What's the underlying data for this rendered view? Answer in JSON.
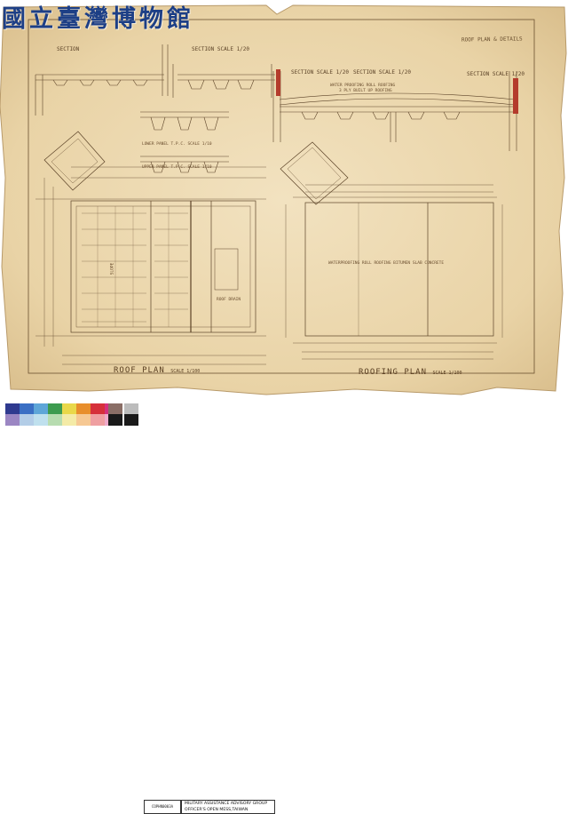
{
  "museum_name": "國立臺灣博物館",
  "sheet_title": "ROOF PLAN & DETAILS",
  "sections": [
    {
      "key": "s1",
      "text": "SECTION"
    },
    {
      "key": "s2",
      "text": "SECTION  SCALE 1/20"
    },
    {
      "key": "s3",
      "text": "SECTION  SCALE 1/20"
    },
    {
      "key": "s4",
      "text": "SECTION  SCALE 1/20"
    },
    {
      "key": "s5",
      "text": "SECTION  SCALE 1/20"
    }
  ],
  "notes": {
    "roof_slab": "WATER PROOFING ROLL ROOFING",
    "roof_slab2": "3 PLY BUILT UP ROOFING",
    "lower_panel": "LOWER PANEL  T.P.C.  SCALE 1/10",
    "upper_panel": "UPPER PANEL  T.P.C.  SCALE 1/10",
    "waterproof": "WATERPROOFING ROLL ROOFING  BITUMEN SLAB CONCRETE",
    "drain": "ROOF DRAIN",
    "slope": "SLOPE"
  },
  "plans": {
    "roof_title": "ROOF PLAN",
    "roof_scale": "SCALE 1/100",
    "roofing_title": "ROOFING PLAN",
    "roofing_scale": "SCALE 1/100"
  },
  "footer": {
    "code": "COPHN0003A",
    "line1": "MILITARY ASSISTANCE ADVISORY GROUP",
    "line2": "OFFICER'S OPEN MESS,TAIWAN"
  },
  "colors": {
    "paper": "#efdcb6",
    "ink": "#5c4328",
    "logo": "#1d3f86",
    "swatches_top": [
      "#2f3a8f",
      "#3a6fc4",
      "#5ea6d8",
      "#3d9b4f",
      "#e9d84a",
      "#e88e2c",
      "#d6303a",
      "#d4307c"
    ],
    "swatches_bottom": [
      "#9b86c3",
      "#b3cde7",
      "#bfe0ee",
      "#b7dcb0",
      "#f4eba7",
      "#f6c893",
      "#ef9fa1",
      "#efaacb"
    ],
    "grays": [
      "#8a6e66",
      "#1a1a1a",
      "#ffffff",
      "#bcbcbc"
    ]
  }
}
